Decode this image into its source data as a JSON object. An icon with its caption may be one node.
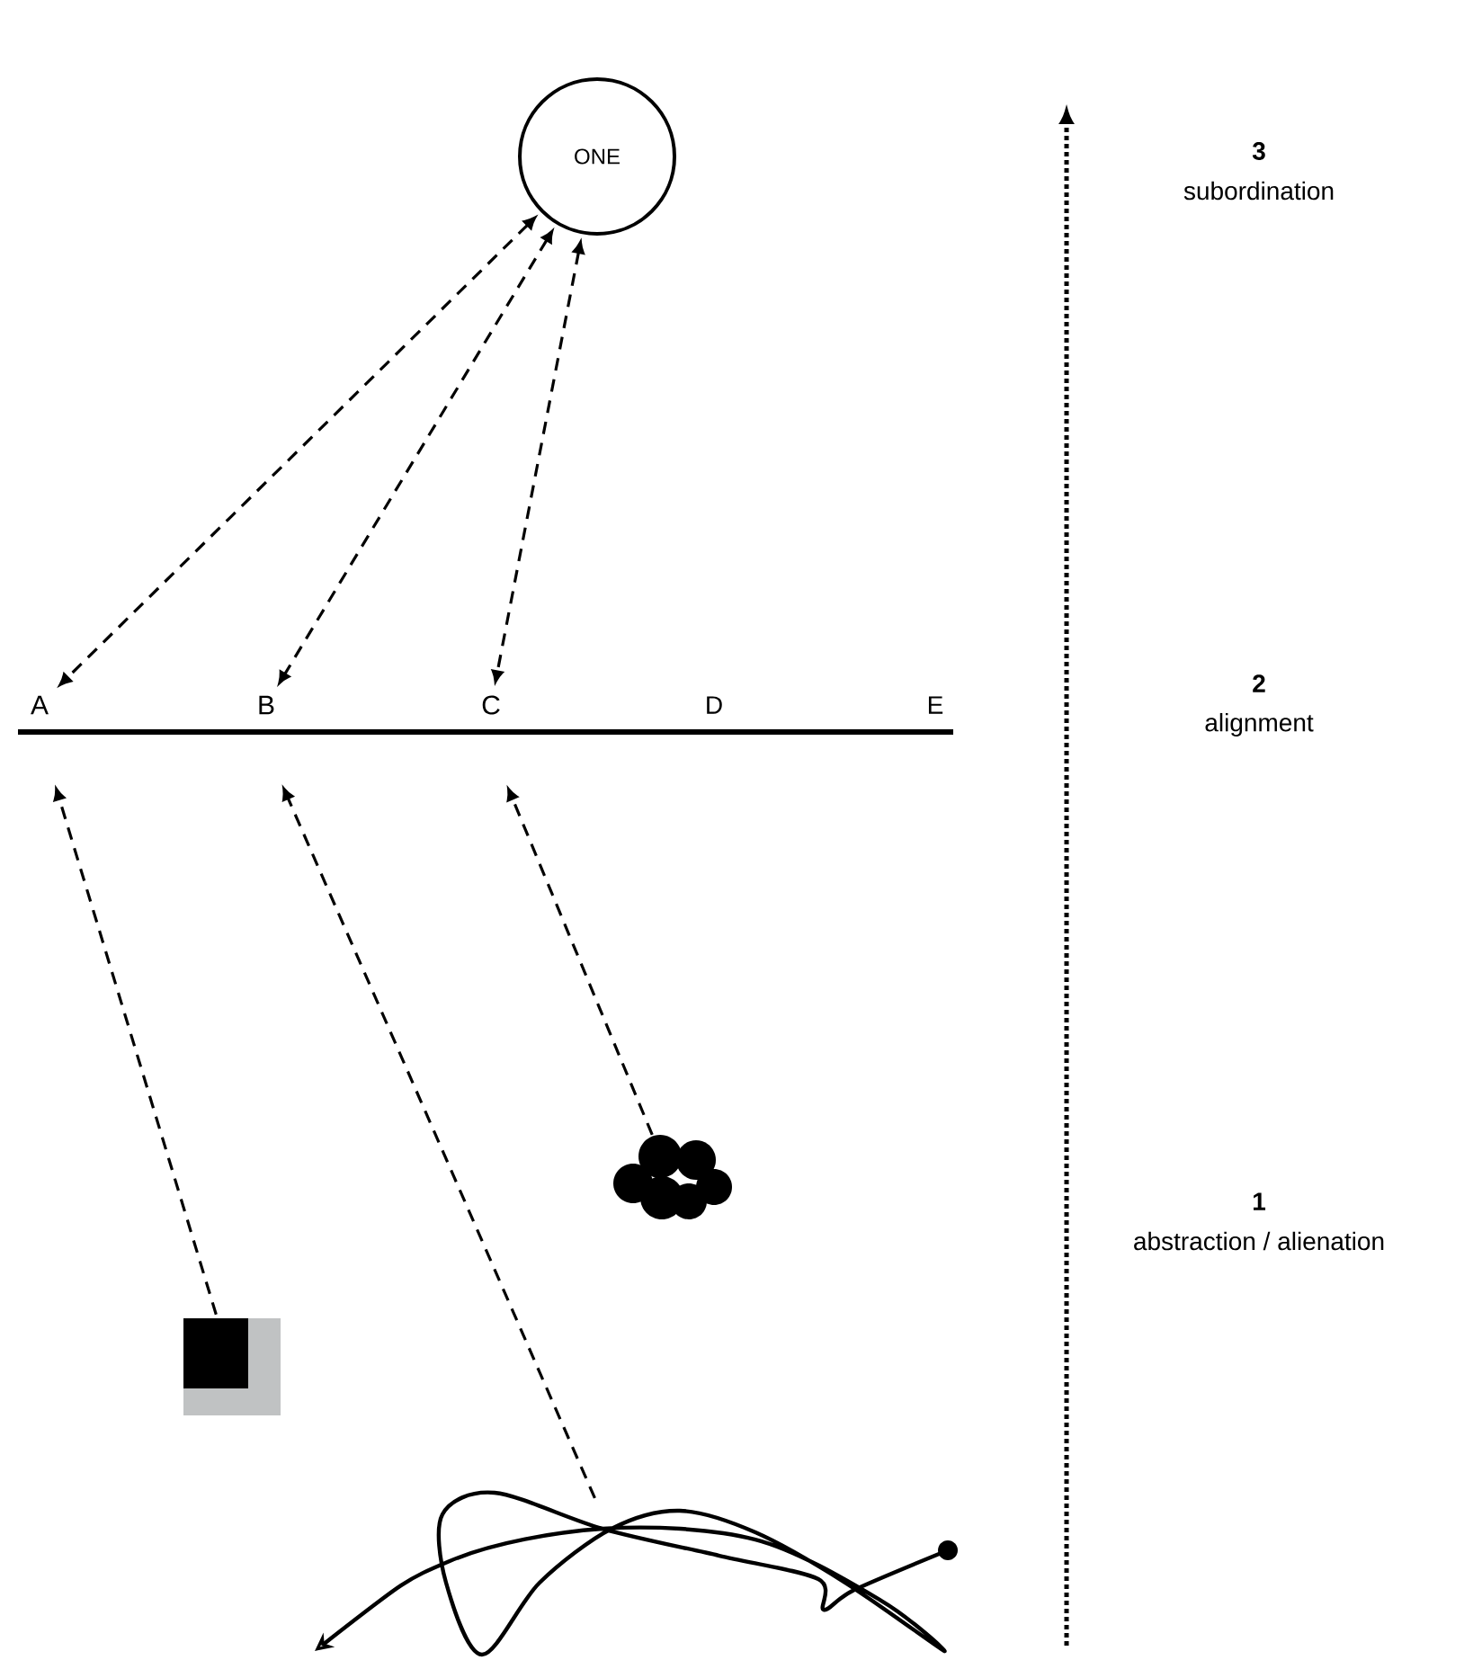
{
  "diagram": {
    "nodes": [
      {
        "text": [
          "ONE"
        ]
      },
      {
        "text": [
          "A"
        ]
      },
      {
        "text": [
          "B"
        ]
      },
      {
        "text": [
          "C"
        ]
      },
      {
        "text": [],
        "shape": "cloud"
      },
      {
        "text": [],
        "shape": "box"
      },
      {
        "text": [],
        "shape": "picture"
      }
    ],
    "edges": [
      {
        "from": 0,
        "to": 1,
        "arrow": "both",
        "style": "dashed"
      },
      {
        "from": 0,
        "to": 2,
        "arrow": "both",
        "style": "dashed"
      },
      {
        "from": 0,
        "to": 3,
        "arrow": "both",
        "style": "dashed"
      },
      {
        "from": 5,
        "to": 1,
        "arrow": "to",
        "style": "dashed"
      },
      {
        "from": 6,
        "to": 2,
        "arrow": "to",
        "style": "dashed"
      },
      {
        "from": 4,
        "to": 3,
        "arrow": "to",
        "style": "dashed"
      }
    ],
    "labels": [
      "3",
      "subordination",
      "D",
      "E",
      "2",
      "alignment",
      "1",
      "abstraction / alienation"
    ]
  }
}
